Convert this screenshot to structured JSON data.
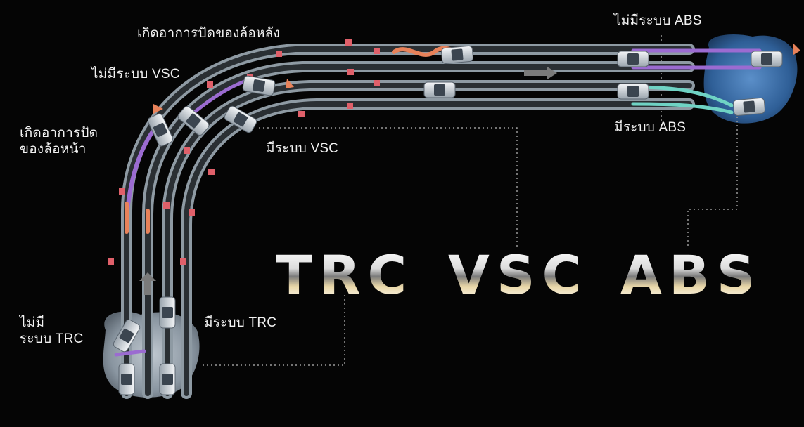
{
  "labels": {
    "rear_skid": "เกิดอาการปัดของล้อหลัง",
    "no_vsc": "ไม่มีระบบ VSC",
    "front_skid": "เกิดอาการปัด\nของล้อหน้า",
    "with_vsc": "มีระบบ VSC",
    "no_abs": "ไม่มีระบบ ABS",
    "with_abs": "มีระบบ ABS",
    "no_trc": "ไม่มี\nระบบ TRC",
    "with_trc": "มีระบบ TRC"
  },
  "title_words": [
    "TRC",
    "VSC",
    "ABS"
  ],
  "colors": {
    "background": "#050505",
    "road": "#8e9aa3",
    "road_inner": "#2a2f33",
    "skid_purple": "#9b6bd1",
    "skid_orange": "#e8825a",
    "skid_teal": "#6fd3c4",
    "cone_red": "#e0606a",
    "ice_blue": "#3a6fa8",
    "wet_grey": "#7d8894"
  }
}
